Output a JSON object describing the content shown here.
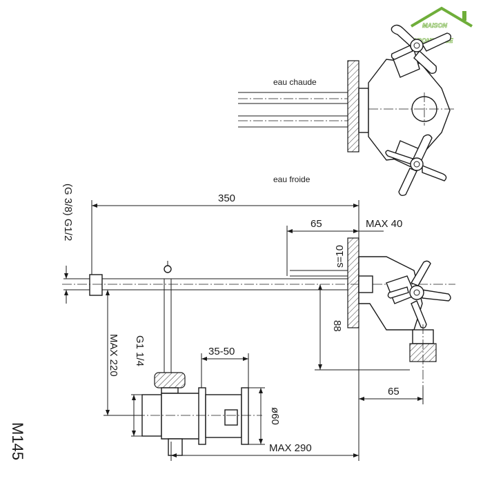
{
  "drawing": {
    "labels": {
      "hot_water": "eau chaude",
      "cold_water": "eau froide"
    },
    "dimensions": {
      "overall_length": "350",
      "wall_depth": "65",
      "max_projection": "MAX 40",
      "wall_thickness": "s=10",
      "height_offset": "88",
      "spout_offset": "65",
      "width_range": "35-50",
      "diameter": "ø60",
      "max_length": "MAX 290",
      "max_height": "MAX 220",
      "thread_outlet": "G1 1/4",
      "thread_inlet": "(G 3/8) G1/2"
    },
    "model_code": "M145",
    "logo": {
      "line1": "MAISON",
      "line2": "ABONDANCE",
      "accent_color": "#6fae3a"
    }
  }
}
